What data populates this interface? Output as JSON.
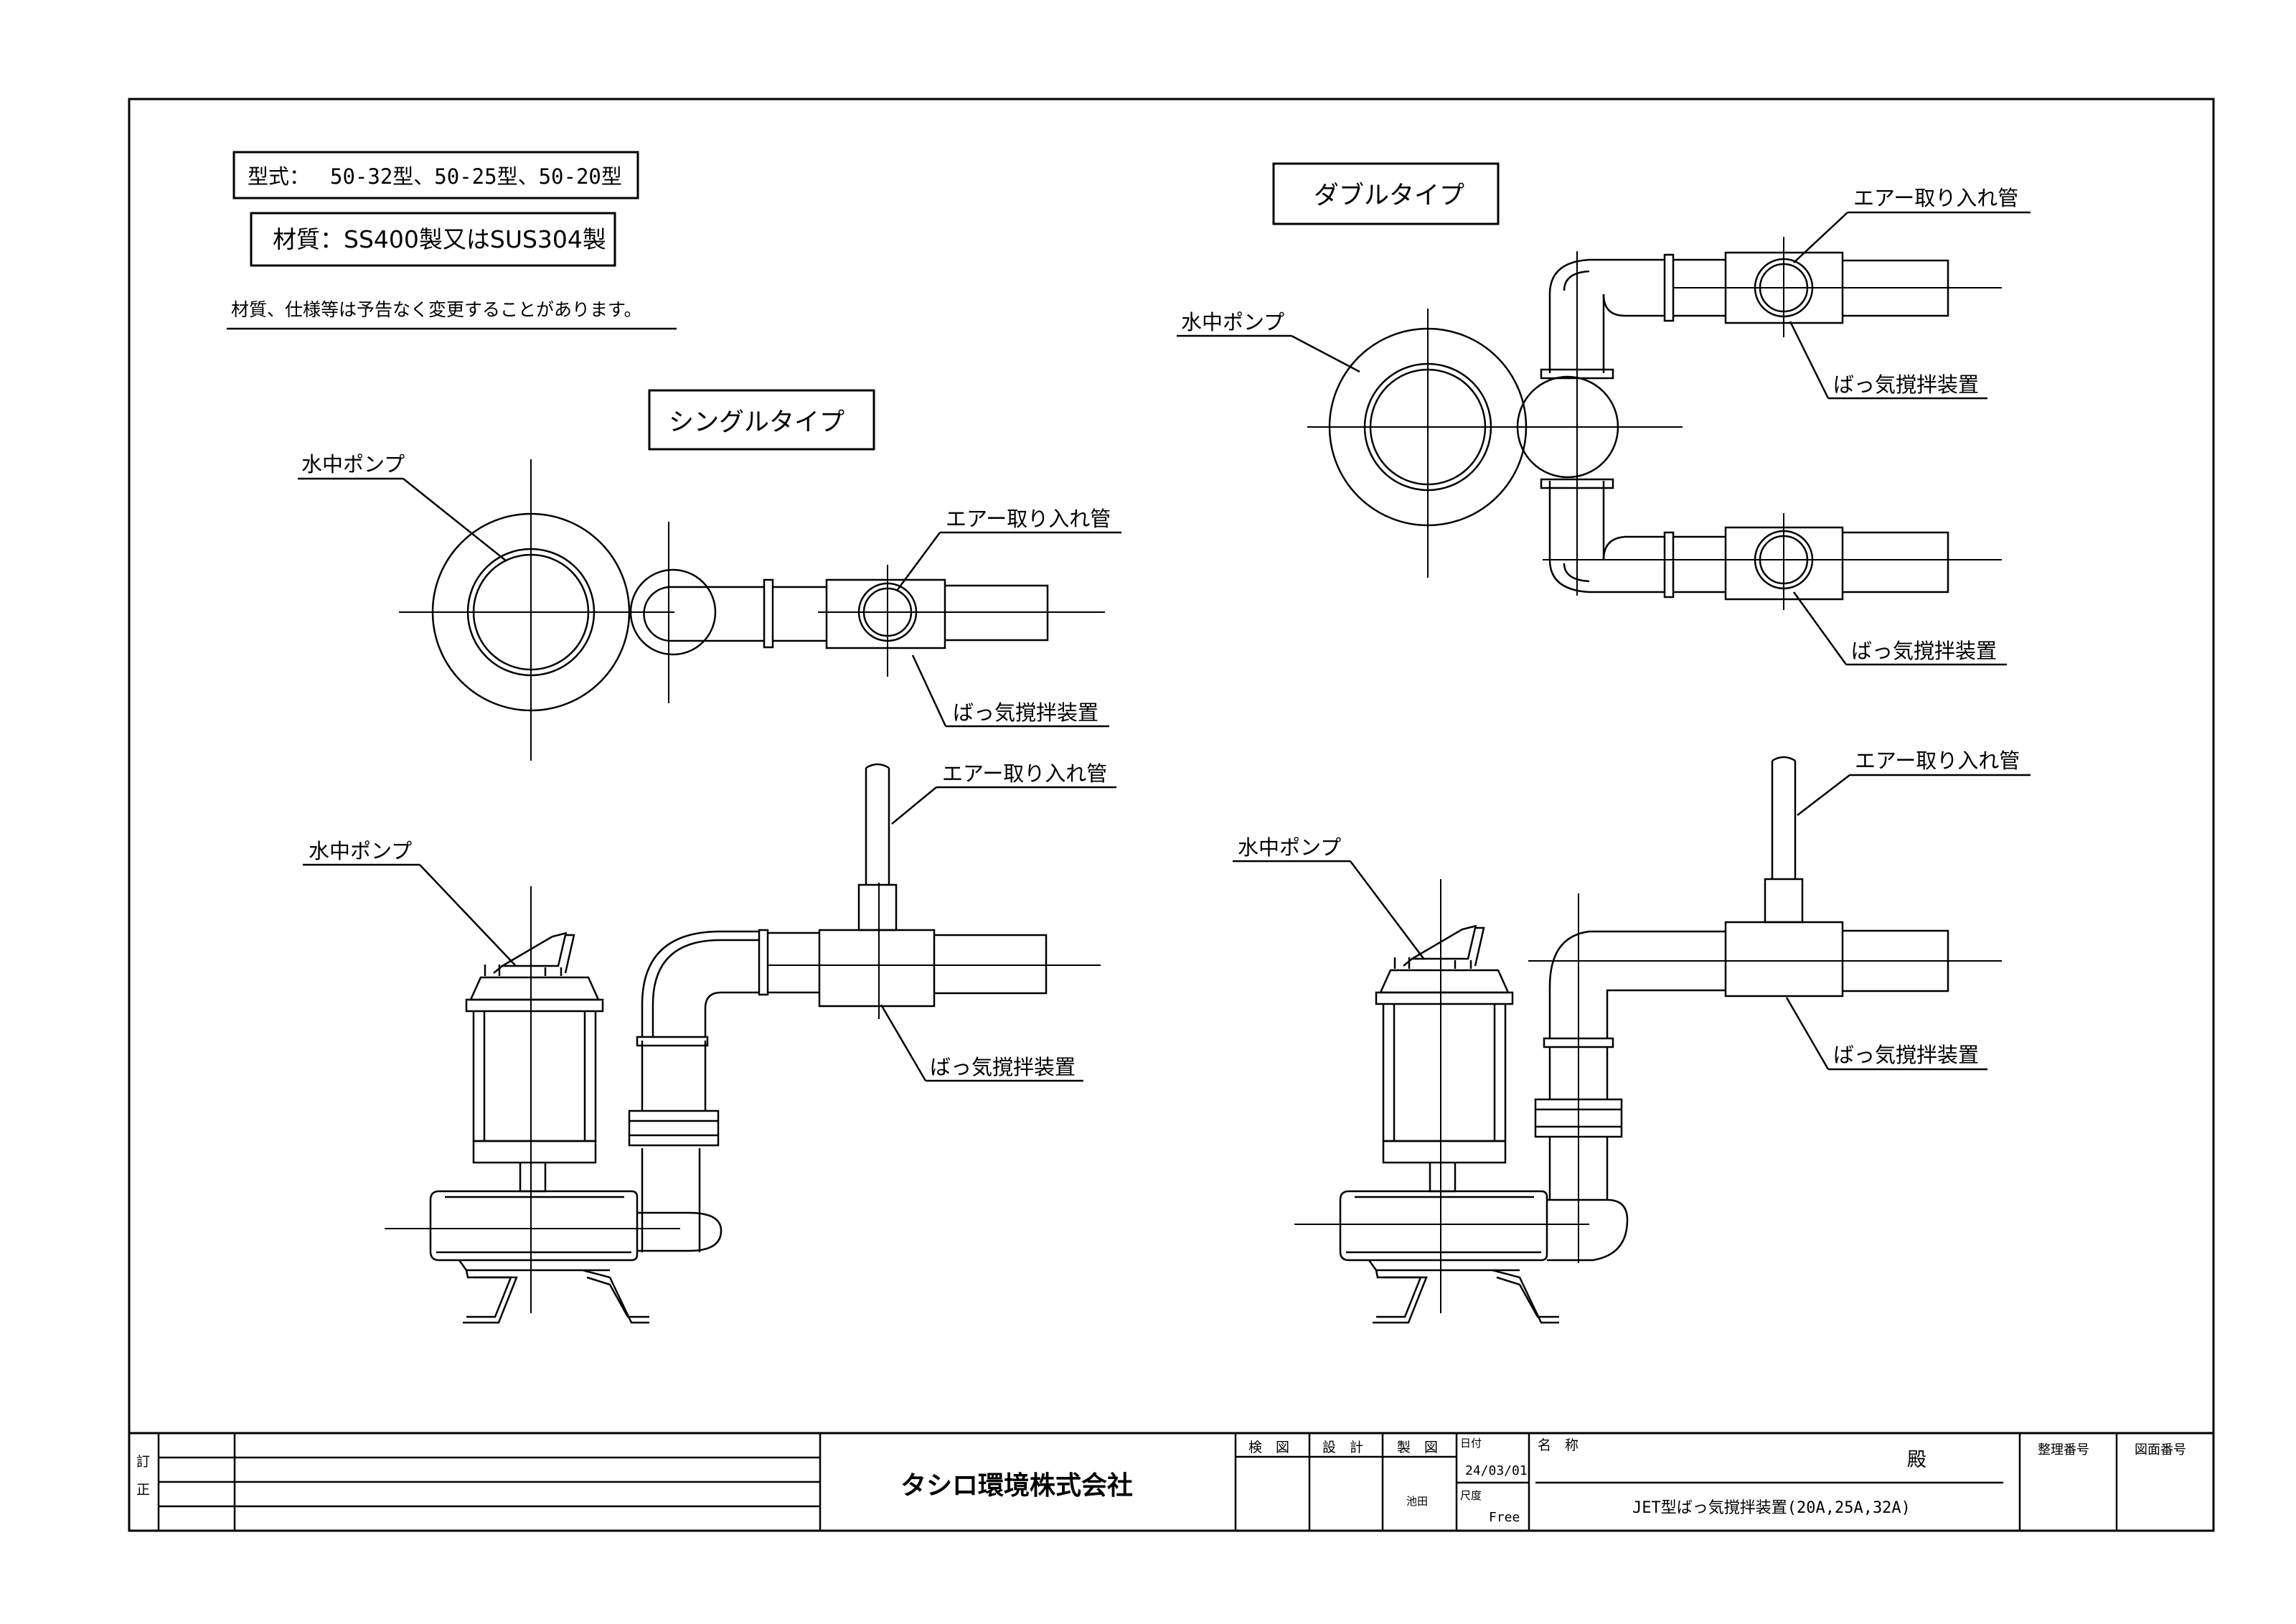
{
  "header": {
    "model_label": "型式：",
    "model_value": "50-32型、50-25型、50-20型",
    "material": "材質：SS400製又はSUS304製",
    "notice": "材質、仕様等は予告なく変更することがあります。"
  },
  "single": {
    "title": "シングルタイプ",
    "top_pump": "水中ポンプ",
    "top_air": "エアー取り入れ管",
    "top_device": "ばっ気撹拌装置",
    "side_pump": "水中ポンプ",
    "side_air": "エアー取り入れ管",
    "side_device": "ばっ気撹拌装置"
  },
  "double": {
    "title": "ダブルタイプ",
    "top_pump": "水中ポンプ",
    "top_air": "エアー取り入れ管",
    "top_device_upper": "ばっ気撹拌装置",
    "top_device_lower": "ばっ気撹拌装置",
    "side_pump": "水中ポンプ",
    "side_air": "エアー取り入れ管",
    "side_device": "ばっ気撹拌装置"
  },
  "title_block": {
    "revision_1": "訂",
    "revision_2": "正",
    "company": "タシロ環境株式会社",
    "check": "検　図",
    "design": "設　計",
    "draft": "製　図",
    "date_label": "日付",
    "date_value": "24/03/01",
    "drafter": "池田",
    "scale_label": "尺度",
    "scale_value": "Free",
    "name_label": "名　称",
    "honorific": "殿",
    "product_name": "JET型ばっ気撹拌装置(20A,25A,32A)",
    "ref_no_label": "整理番号",
    "drawing_no_label": "図面番号"
  }
}
